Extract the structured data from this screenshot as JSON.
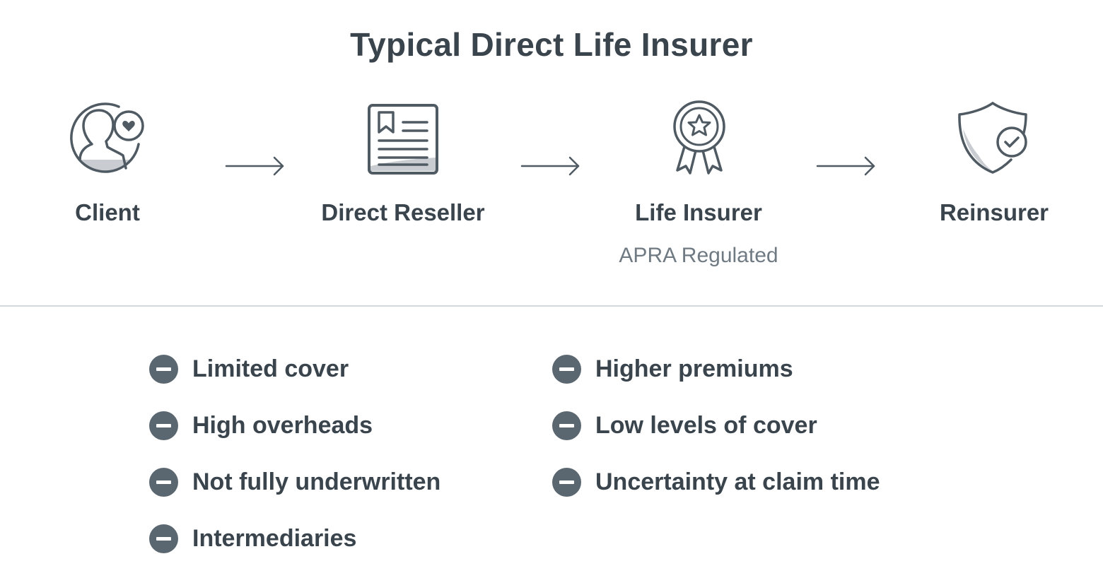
{
  "title": "Typical Direct Life Insurer",
  "colors": {
    "text": "#3a444d",
    "icon_stroke": "#4f5a63",
    "icon_fill": "#c9cdd1",
    "bullet": "#5b6770",
    "divider": "#d5d8db",
    "subtext": "#6f7a83"
  },
  "flow": [
    {
      "label": "Client",
      "icon": "person-heart-icon"
    },
    {
      "label": "Direct Reseller",
      "icon": "document-bookmark-icon"
    },
    {
      "label": "Life Insurer",
      "icon": "award-ribbon-icon",
      "sublabel": "APRA Regulated"
    },
    {
      "label": "Reinsurer",
      "icon": "shield-check-icon"
    }
  ],
  "cons": {
    "left": [
      "Limited cover",
      "High overheads",
      "Not fully underwritten",
      "Intermediaries"
    ],
    "right": [
      "Higher premiums",
      "Low levels of cover",
      "Uncertainty at claim time"
    ],
    "bullet_icon": "minus-circle-icon"
  }
}
